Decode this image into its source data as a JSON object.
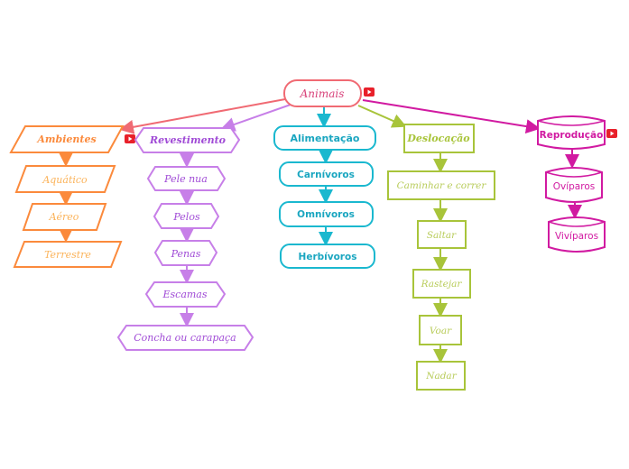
{
  "root": {
    "label": "Animais",
    "color": "#f06a73"
  },
  "branches": [
    {
      "key": "ambientes",
      "title": "Ambientes",
      "color": "#fb8a3c",
      "has_video": true,
      "items": [
        "Aquático",
        "Aéreo",
        "Terrestre"
      ]
    },
    {
      "key": "revestimento",
      "title": "Revestimento",
      "color": "#a04bd6",
      "item_color": "#c77fe8",
      "has_video": false,
      "items": [
        "Pele nua",
        "Pelos",
        "Penas",
        "Escamas",
        "Concha ou carapaça"
      ]
    },
    {
      "key": "alimentacao",
      "title": "Alimentação",
      "color": "#1ab8cf",
      "has_video": false,
      "items": [
        "Carnívoros",
        "Omnívoros",
        "Herbívoros"
      ]
    },
    {
      "key": "deslocacao",
      "title": "Deslocação",
      "color": "#a8c43a",
      "has_video": false,
      "items": [
        "Caminhar e correr",
        "Saltar",
        "Rastejar",
        "Voar",
        "Nadar"
      ]
    },
    {
      "key": "reproducao",
      "title": "Reprodução",
      "color": "#d11aa1",
      "has_video": true,
      "items": [
        "Ovíparos",
        "Vivíparos"
      ]
    }
  ],
  "colors": {
    "video_icon": "#e8202a",
    "root_link_ambientes": "#f06a73"
  }
}
